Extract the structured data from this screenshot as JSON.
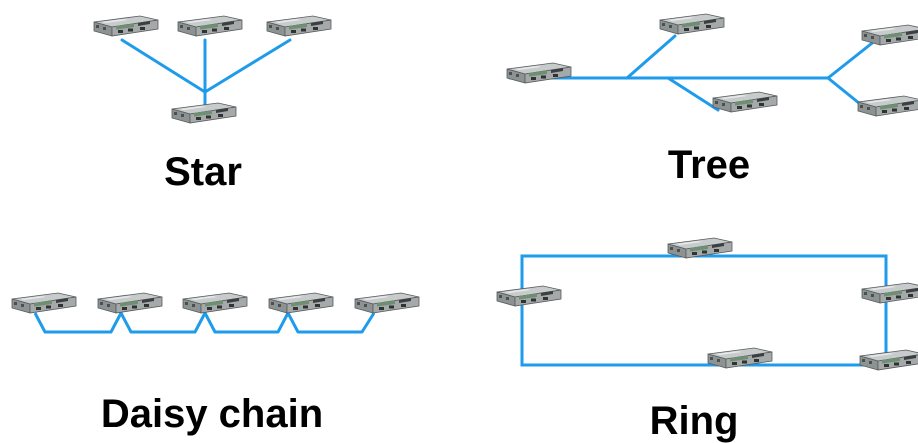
{
  "topologies": [
    {
      "id": "star",
      "label": "Star"
    },
    {
      "id": "tree",
      "label": "Tree"
    },
    {
      "id": "daisy",
      "label": "Daisy chain"
    },
    {
      "id": "ring",
      "label": "Ring"
    }
  ],
  "colors": {
    "link": "#1e9bea",
    "device_body": "#9ea3a3",
    "device_board": "#6f8f72",
    "device_edge": "#555a5c"
  },
  "icons": {
    "device": "network-device-icon"
  }
}
